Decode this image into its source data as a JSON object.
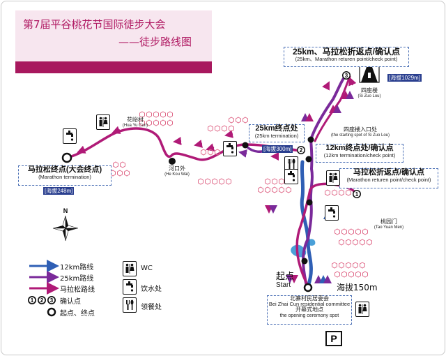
{
  "title": {
    "line1": "第7届平谷桃花节国际徒步大会",
    "line2": "——徒步路线图"
  },
  "colors": {
    "route_12km": "#2f5fb5",
    "route_25km": "#7a2a9a",
    "route_marathon": "#b01a77",
    "title_accent": "#a8185e",
    "altitude_bg": "#2a3f8f",
    "flower": "#e06a8a"
  },
  "boxes": {
    "marathon_25_turn": {
      "big": "25km、马拉松折返点/确认点",
      "small": "(25km、Marathon returen point/check point)"
    },
    "finish_25": {
      "big": "25km终点处",
      "small": "(25km termination)"
    },
    "finish_12": {
      "big": "12km终点处/确认点",
      "small": "(12km termination/check point)"
    },
    "marathon_turn": {
      "big": "马拉松折返点/确认点",
      "small": "(Marathon returen point/check point)"
    },
    "marathon_finish": {
      "big": "马拉松终点(大会终点)",
      "small": "(Marathon termination)"
    },
    "start_office": {
      "line1": "北寨村民居委会",
      "line2": "Bei Zhai Cun residential committee",
      "line3": "开幕式地点",
      "line4": "the opening ceremony spot"
    }
  },
  "altitudes": {
    "sizuolou": "[海拔1029m]",
    "mid": "[海拔300m]",
    "finish": "[海拔248m]"
  },
  "places": {
    "sizuolou": {
      "cn": "四座楼",
      "en": "(Si Zuo Lou)"
    },
    "sizuolou_entry": {
      "cn": "四座楼入口处",
      "en": "(the starting spot of Si Zuo Lou)"
    },
    "huayucun": {
      "cn": "花峪村",
      "en": "(Hua Yu Cun)"
    },
    "hekouwai": {
      "cn": "河口外",
      "en": "(He Kou Wai)"
    },
    "taoyuanmen": {
      "cn": "桃园门",
      "en": "(Tao Yuan Men)"
    }
  },
  "start": {
    "cn": "起点",
    "en": "Start",
    "elevation": "海拔150m"
  },
  "checkpoint_numbers": [
    "1",
    "2",
    "3"
  ],
  "legend": {
    "route_12km": "12km路线",
    "route_25km": "25km路线",
    "route_marathon": "马拉松路线",
    "checkpoints": "确认点",
    "start_end": "起点、终点",
    "wc": "WC",
    "water": "饮水处",
    "food": "领餐处"
  },
  "parking": "P",
  "compass": "N",
  "icons": [
    "toilet-icon",
    "water-tap-icon",
    "food-utensils-icon",
    "compass-icon",
    "mountain-pavilion-icon",
    "parking-icon",
    "flower-icon"
  ]
}
